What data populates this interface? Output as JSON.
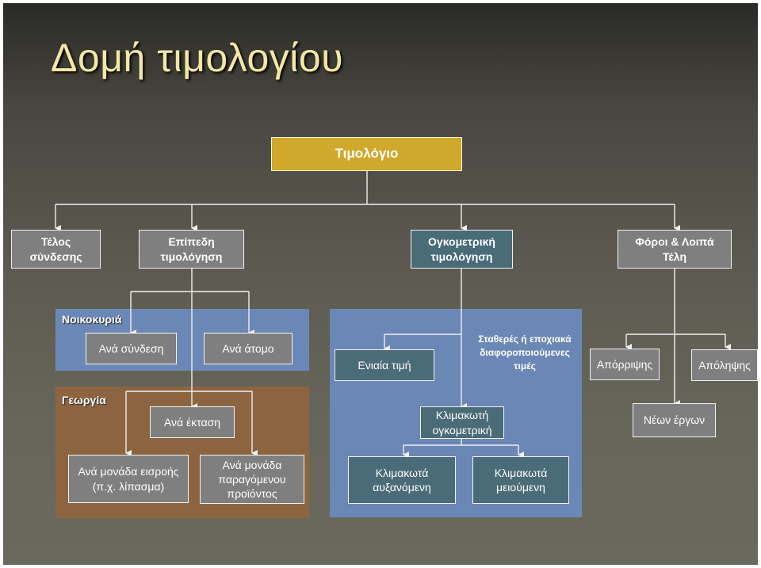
{
  "title": "Δομή τιμολογίου",
  "colors": {
    "root": "#cfa82c",
    "grey_box": "#7f7f7f",
    "teal_box": "#4a6b78",
    "blue_panel": "#6b87b5",
    "brown_panel": "#8c6540",
    "line": "#f0f0f0"
  },
  "root": {
    "label": "Τιμολόγιο"
  },
  "categories": {
    "fixed_fee": "Τέλος\nσύνδεσης",
    "flat_rate": "Επίπεδη\nτιμολόγηση",
    "volumetric": "Ογκομετρική\nτιμολόγηση",
    "taxes": "Φόροι & Λοιπά\nΤέλη"
  },
  "households": {
    "label": "Νοικοκυριά",
    "per_connection": "Ανά σύνδεση",
    "per_person": "Ανά άτομο"
  },
  "agriculture": {
    "label": "Γεωργία",
    "per_area": "Ανά έκταση",
    "per_input": "Ανά μονάδα εισροής\n(π.χ. λίπασμα)",
    "per_output": "Ανά μονάδα\nπαραγόμενου\nπροϊόντος"
  },
  "volumetric_panel": {
    "uniform": "Ενιαία τιμή",
    "seasonal_note": "Σταθερές ή εποχιακά\nδιαφοροποιούμενες\nτιμές",
    "block": "Κλιμακωτή\nογκομετρική",
    "increasing": "Κλιμακωτά\nαυξανόμενη",
    "decreasing": "Κλιμακωτά\nμειούμενη"
  },
  "taxes_children": {
    "disposal": "Απόρριψης",
    "abstraction": "Απόληψης",
    "new_works": "Νέων έργων"
  }
}
